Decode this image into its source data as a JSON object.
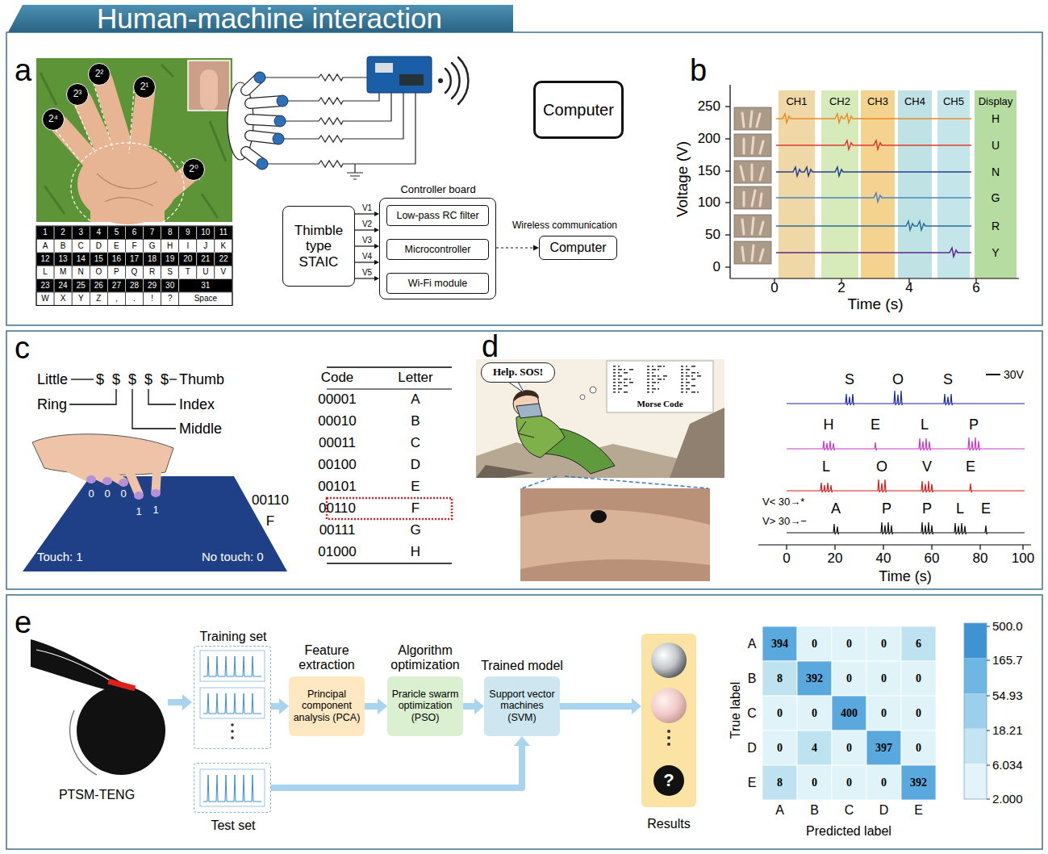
{
  "diagram": {
    "title": "Human-machine interaction",
    "nodes": [
      {
        "text": [
          "2⁴"
        ]
      },
      {
        "text": [
          "2³"
        ]
      },
      {
        "text": [
          "2²"
        ]
      },
      {
        "text": [
          "2¹"
        ]
      },
      {
        "text": [
          "2⁰"
        ]
      },
      {
        "text": [
          "Computer"
        ]
      },
      {
        "text": [
          "Thimble type STAIC"
        ]
      },
      {
        "text": [
          "Controller board"
        ]
      },
      {
        "text": [
          "Low-pass RC filter"
        ],
        "in": 7
      },
      {
        "text": [
          "Microcontroller"
        ],
        "in": 7
      },
      {
        "text": [
          "Wi-Fi module"
        ],
        "in": 7
      },
      {
        "text": [
          "Computer"
        ]
      },
      {
        "text": [
          "CH1"
        ]
      },
      {
        "text": [
          "CH2"
        ]
      },
      {
        "text": [
          "CH3"
        ]
      },
      {
        "text": [
          "CH4"
        ]
      },
      {
        "text": [
          "CH5"
        ]
      },
      {
        "text": [
          "Display",
          "H",
          "U",
          "N",
          "G",
          "R",
          "Y"
        ]
      },
      {
        "text": [
          "Help. SOS!"
        ]
      },
      {
        "text": [
          "Training set"
        ]
      },
      {
        "text": [
          "Test set"
        ]
      },
      {
        "text": [
          "Feature extraction",
          "Principal component analysis (PCA)"
        ]
      },
      {
        "text": [
          "Algorithm optimization",
          "Praricle swarm optimization (PSO)"
        ]
      },
      {
        "text": [
          "Trained model",
          "Support vector machines (SVM)"
        ]
      },
      {
        "text": [
          "?",
          "Results"
        ]
      }
    ],
    "edges": [
      {
        "from": 6,
        "to": 7,
        "label": "V1",
        "arrow": "to"
      },
      {
        "from": 6,
        "to": 7,
        "label": "V2",
        "arrow": "to"
      },
      {
        "from": 6,
        "to": 7,
        "label": "V3",
        "arrow": "to"
      },
      {
        "from": 6,
        "to": 7,
        "label": "V4",
        "arrow": "to"
      },
      {
        "from": 6,
        "to": 7,
        "label": "V5",
        "arrow": "to"
      },
      {
        "from": 8,
        "to": 9,
        "arrow": "to"
      },
      {
        "from": 9,
        "to": 10,
        "arrow": "to"
      },
      {
        "from": 7,
        "to": 11,
        "label": "Wireless communication",
        "arrow": "to"
      },
      {
        "from": 19,
        "to": 21,
        "arrow": "to"
      },
      {
        "from": 21,
        "to": 22,
        "arrow": "to"
      },
      {
        "from": 22,
        "to": 23,
        "arrow": "to"
      },
      {
        "from": 23,
        "to": 24,
        "arrow": "to"
      },
      {
        "from": 20,
        "to": 23,
        "arrow": "to"
      }
    ],
    "labels": [
      "a",
      "1",
      "2",
      "3",
      "4",
      "5",
      "6",
      "7",
      "8",
      "9",
      "10",
      "11",
      "A",
      "B",
      "C",
      "D",
      "E",
      "F",
      "G",
      "H",
      "I",
      "J",
      "K",
      "12",
      "13",
      "14",
      "15",
      "16",
      "17",
      "18",
      "19",
      "20",
      "21",
      "22",
      "L",
      "M",
      "N",
      "O",
      "P",
      "Q",
      "R",
      "S",
      "T",
      "U",
      "V",
      "23",
      "24",
      "25",
      "26",
      "27",
      "28",
      "29",
      "30",
      "31",
      "W",
      "X",
      "Y",
      "Z",
      ",",
      ".",
      "!",
      "?",
      "Space",
      "b",
      "250",
      "200",
      "150",
      "100",
      "50",
      "0",
      "Voltage (V)",
      "0",
      "2",
      "4",
      "6",
      "Time (s)",
      "c",
      "Little",
      "Ring",
      "$",
      "$",
      "$",
      "$",
      "$",
      "Thumb",
      "Index",
      "Middle",
      "0",
      "0",
      "0",
      "1",
      "1",
      "Touch: 1",
      "No touch: 0",
      "00110",
      "F",
      "Code",
      "Letter",
      "00001",
      "A",
      "00010",
      "B",
      "00011",
      "C",
      "00100",
      "D",
      "00101",
      "E",
      "00110",
      "F",
      "00111",
      "G",
      "01000",
      "H",
      "d",
      "Morse Code",
      "30V",
      "S",
      "O",
      "S",
      "H",
      "E",
      "L",
      "P",
      "L",
      "O",
      "V",
      "E",
      "A",
      "P",
      "P",
      "L",
      "E",
      "V< 30→*",
      "V> 30→−",
      "0",
      "20",
      "40",
      "60",
      "80",
      "100",
      "Time (s)",
      "e",
      "PTSM-TENG",
      "500.0",
      "165.7",
      "54.93",
      "18.21",
      "6.034",
      "2.000",
      "A",
      "B",
      "C",
      "D",
      "E",
      "394",
      "0",
      "0",
      "0",
      "6",
      "8",
      "392",
      "0",
      "0",
      "0",
      "0",
      "0",
      "400",
      "0",
      "0",
      "0",
      "4",
      "0",
      "397",
      "0",
      "8",
      "0",
      "0",
      "0",
      "392",
      "A",
      "B",
      "C",
      "D",
      "E",
      "True label",
      "Predicted label"
    ]
  }
}
